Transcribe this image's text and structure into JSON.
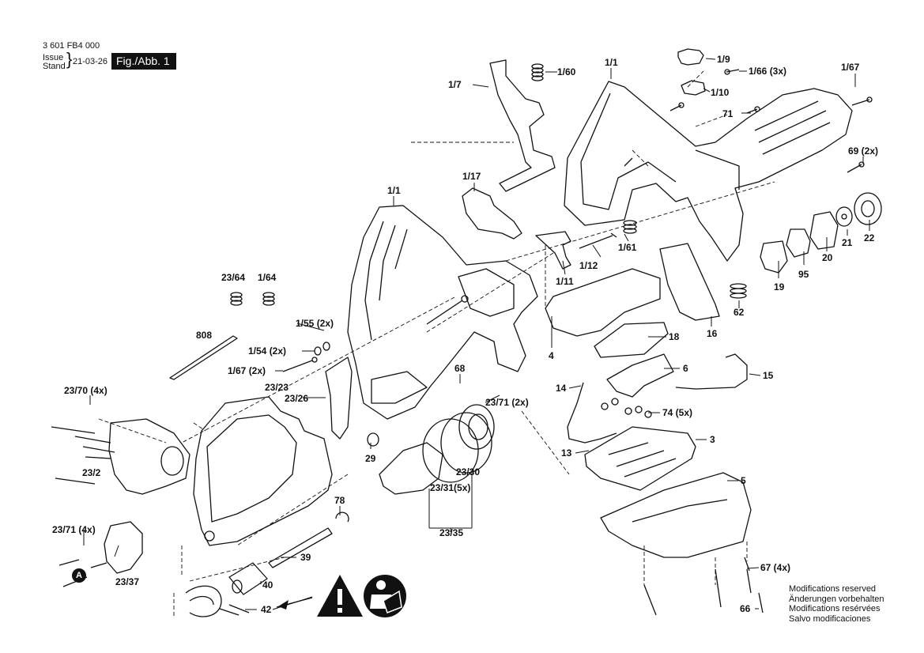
{
  "header": {
    "part_number": "3 601 FB4 000",
    "issue_label": "Issue",
    "stand_label": "Stand",
    "date": "21-03-26",
    "figure": "Fig./Abb. 1"
  },
  "callouts": [
    {
      "id": "c-1-7",
      "text": "1/7"
    },
    {
      "id": "c-1-60",
      "text": "1/60"
    },
    {
      "id": "c-1-1-top",
      "text": "1/1"
    },
    {
      "id": "c-1-9",
      "text": "1/9"
    },
    {
      "id": "c-1-66",
      "text": "1/66 (3x)"
    },
    {
      "id": "c-1-10",
      "text": "1/10"
    },
    {
      "id": "c-1-67-top",
      "text": "1/67"
    },
    {
      "id": "c-71",
      "text": "71"
    },
    {
      "id": "c-69",
      "text": "69 (2x)"
    },
    {
      "id": "c-1-17",
      "text": "1/17"
    },
    {
      "id": "c-1-1-mid",
      "text": "1/1"
    },
    {
      "id": "c-1-61",
      "text": "1/61"
    },
    {
      "id": "c-1-12",
      "text": "1/12"
    },
    {
      "id": "c-1-11",
      "text": "1/11"
    },
    {
      "id": "c-22",
      "text": "22"
    },
    {
      "id": "c-21",
      "text": "21"
    },
    {
      "id": "c-20",
      "text": "20"
    },
    {
      "id": "c-95",
      "text": "95"
    },
    {
      "id": "c-19",
      "text": "19"
    },
    {
      "id": "c-62",
      "text": "62"
    },
    {
      "id": "c-16",
      "text": "16"
    },
    {
      "id": "c-18",
      "text": "18"
    },
    {
      "id": "c-4",
      "text": "4"
    },
    {
      "id": "c-6",
      "text": "6"
    },
    {
      "id": "c-15",
      "text": "15"
    },
    {
      "id": "c-14",
      "text": "14"
    },
    {
      "id": "c-74",
      "text": "74 (5x)"
    },
    {
      "id": "c-3",
      "text": "3"
    },
    {
      "id": "c-13",
      "text": "13"
    },
    {
      "id": "c-5",
      "text": "5"
    },
    {
      "id": "c-67-4x",
      "text": "67 (4x)"
    },
    {
      "id": "c-66",
      "text": "66"
    },
    {
      "id": "c-23-64",
      "text": "23/64"
    },
    {
      "id": "c-1-64",
      "text": "1/64"
    },
    {
      "id": "c-1-55",
      "text": "1/55 (2x)"
    },
    {
      "id": "c-1-54",
      "text": "1/54 (2x)"
    },
    {
      "id": "c-1-67-2x",
      "text": "1/67 (2x)"
    },
    {
      "id": "c-808",
      "text": "808"
    },
    {
      "id": "c-23-70",
      "text": "23/70 (4x)"
    },
    {
      "id": "c-23-23",
      "text": "23/23"
    },
    {
      "id": "c-23-26",
      "text": "23/26"
    },
    {
      "id": "c-68",
      "text": "68"
    },
    {
      "id": "c-23-71-2x",
      "text": "23/71 (2x)"
    },
    {
      "id": "c-23-2",
      "text": "23/2"
    },
    {
      "id": "c-29",
      "text": "29"
    },
    {
      "id": "c-23-30",
      "text": "23/30"
    },
    {
      "id": "c-23-31",
      "text": "23/31(5x)"
    },
    {
      "id": "c-23-35",
      "text": "23/35"
    },
    {
      "id": "c-78",
      "text": "78"
    },
    {
      "id": "c-39",
      "text": "39"
    },
    {
      "id": "c-23-71-4x",
      "text": "23/71 (4x)"
    },
    {
      "id": "c-23-37",
      "text": "23/37"
    },
    {
      "id": "c-40",
      "text": "40"
    },
    {
      "id": "c-42",
      "text": "42"
    }
  ],
  "marker_a": "A",
  "notice": {
    "en": "Modifications reserved",
    "de": "Änderungen vorbehalten",
    "fr": "Modifications resérvées",
    "es": "Salvo modificaciones"
  },
  "icons": [
    "warning-triangle-icon",
    "read-manual-icon"
  ]
}
